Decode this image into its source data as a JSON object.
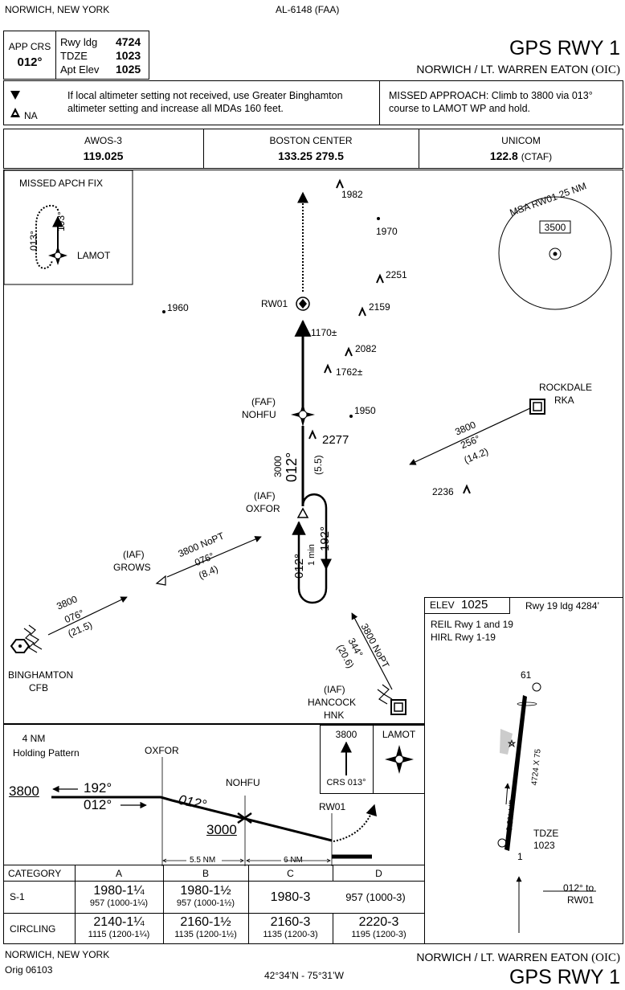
{
  "header": {
    "city": "NORWICH, NEW YORK",
    "procedure_id": "AL-6148 (FAA)",
    "app_crs_label": "APP CRS",
    "app_crs_value": "012°",
    "rwy_ldg_label": "Rwy ldg",
    "rwy_ldg_value": "4724",
    "tdze_label": "TDZE",
    "tdze_value": "1023",
    "apt_elev_label": "Apt Elev",
    "apt_elev_value": "1025",
    "title": "GPS RWY 1",
    "airport": "NORWICH / LT. WARREN EATON",
    "airport_id": "(OIC)"
  },
  "notes": {
    "alt_note": "If local altimeter setting not received, use Greater Binghamton altimeter setting and increase all MDAs 160 feet.",
    "na_label": "NA",
    "missed_approach": "MISSED APPROACH: Climb to 3800 via 013° course to LAMOT WP and hold."
  },
  "comms": [
    {
      "name": "AWOS-3",
      "freq": "119.025",
      "extra": ""
    },
    {
      "name": "BOSTON CENTER",
      "freq": "133.25  279.5",
      "extra": ""
    },
    {
      "name": "UNICOM",
      "freq": "122.8",
      "extra": "(CTAF)"
    }
  ],
  "plan": {
    "missed_fix_title": "MISSED APCH FIX",
    "missed_fix_in": "193°",
    "missed_fix_out": "013°",
    "lamot": "LAMOT",
    "msa_label": "MSA RW01 25 NM",
    "msa_alt": "3500",
    "rw01": "RW01",
    "obstacles": [
      "1982",
      "1970",
      "2251",
      "2159",
      "1960",
      "1170±",
      "2082",
      "1762±",
      "1950",
      "2277",
      "2236"
    ],
    "faf_tag": "(FAF)",
    "nohfu": "NOHFU",
    "final_alt": "3000",
    "final_crs": "012°",
    "final_dist": "(5.5)",
    "iaf_tag": "(IAF)",
    "oxfor": "OXFOR",
    "hold_in": "012°",
    "hold_time": "1 min",
    "hold_out": "192°",
    "rockdale": "ROCKDALE",
    "rka": "RKA",
    "rka_alt": "3800",
    "rka_crs": "256°",
    "rka_dist": "(14.2)",
    "grows": "GROWS",
    "grows_alt": "3800 NoPT",
    "grows_crs": "076°",
    "grows_dist": "(8.4)",
    "bgm_alt": "3800",
    "bgm_crs": "076°",
    "bgm_dist": "(21.5)",
    "binghamton": "BINGHAMTON",
    "cfb": "CFB",
    "hnk_alt": "3800 NoPT",
    "hnk_crs": "344°",
    "hnk_dist": "(20.6)",
    "hancock": "HANCOCK",
    "hnk": "HNK"
  },
  "airport_diagram": {
    "elev_label": "ELEV",
    "elev_value": "1025",
    "rwy19": "Rwy 19 ldg 4284’",
    "reil": "REIL Rwy 1 and 19",
    "hirl": "HIRL Rwy 1-19",
    "rwy_num_top": "61",
    "rwy_dims": "4724 X 75",
    "gradient": "0.3% UP",
    "tdze_label": "TDZE",
    "tdze_value": "1023",
    "rwy_num_bottom": "1",
    "crs_to": "012° to",
    "crs_fix": "RW01"
  },
  "profile": {
    "holding_title": "4 NM",
    "holding_sub": "Holding Pattern",
    "oxfor": "OXFOR",
    "nohfu": "NOHFU",
    "rw01": "RW01",
    "hold_alt": "3800",
    "hold_out": "192°",
    "hold_in": "012°",
    "descent_crs": "012°",
    "nohfu_alt": "3000",
    "dist1": "5.5 NM",
    "dist2": "6 NM",
    "box_alt": "3800",
    "box_crs": "CRS 013°",
    "box_fix": "LAMOT"
  },
  "minimums": {
    "headers": [
      "CATEGORY",
      "A",
      "B",
      "C",
      "D"
    ],
    "rows": [
      {
        "label": "S-1",
        "cells": [
          [
            "1980-1¼",
            "957 (1000-1¼)"
          ],
          [
            "1980-1½",
            "957 (1000-1½)"
          ],
          [
            "1980-3",
            ""
          ],
          [
            "",
            "957 (1000-3)"
          ]
        ]
      },
      {
        "label": "CIRCLING",
        "cells": [
          [
            "2140-1¼",
            "1115 (1200-1¼)"
          ],
          [
            "2160-1½",
            "1135 (1200-1½)"
          ],
          [
            "2160-3",
            "1135 (1200-3)"
          ],
          [
            "2220-3",
            "1195 (1200-3)"
          ]
        ]
      }
    ]
  },
  "footer": {
    "city": "NORWICH, NEW YORK",
    "orig": "Orig 06103",
    "coords": "42°34’N - 75°31’W",
    "airport": "NORWICH / LT. WARREN EATON",
    "airport_id": "(OIC)",
    "title": "GPS RWY 1"
  }
}
